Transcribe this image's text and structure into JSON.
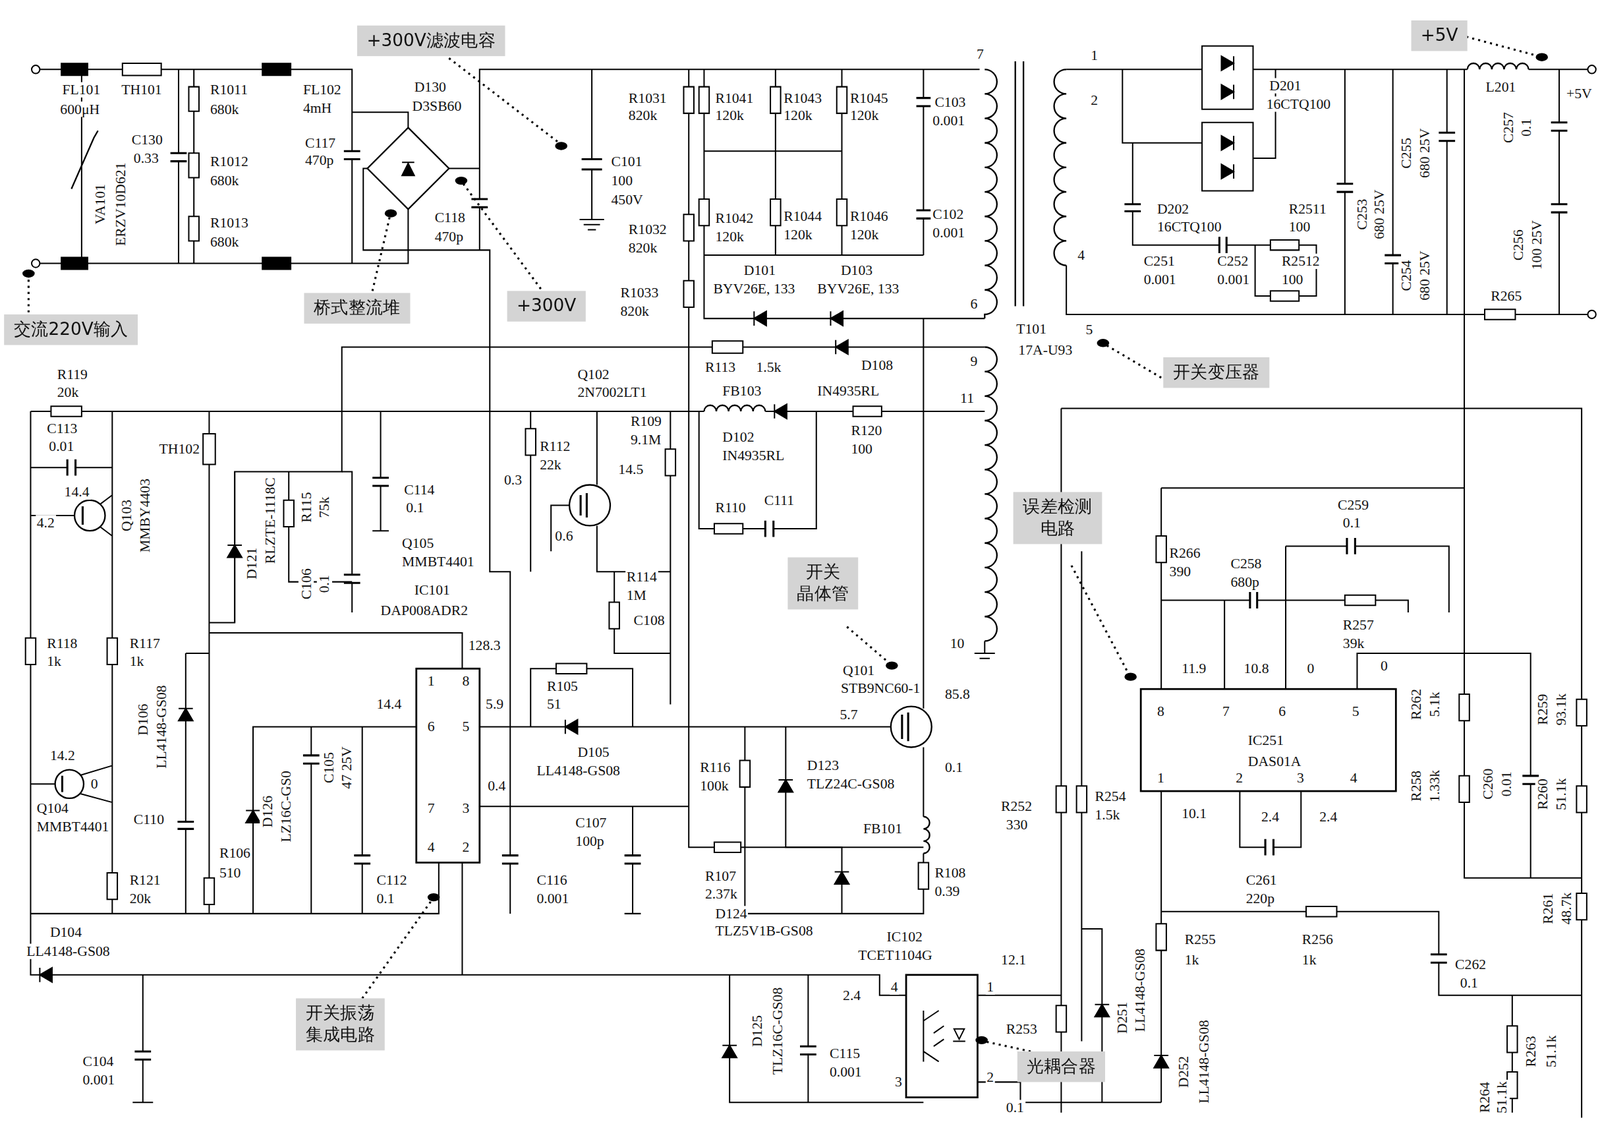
{
  "diagram": {
    "nodes": [
      {
        "text": [
          "+300V滤波电容"
        ]
      },
      {
        "text": [
          "交流220V输入"
        ]
      },
      {
        "text": [
          "桥式整流堆"
        ]
      },
      {
        "text": [
          "+300V"
        ]
      },
      {
        "text": [
          "+5V"
        ]
      },
      {
        "text": [
          "开关变压器"
        ]
      },
      {
        "text": [
          "误差检测 电路"
        ]
      },
      {
        "text": [
          "开关 晶体管"
        ]
      },
      {
        "text": [
          "开关振荡 集成电路"
        ]
      },
      {
        "text": [
          "光耦合器"
        ]
      }
    ],
    "labels": [
      "FL101",
      "600μH",
      "TH101",
      "R1011",
      "680k",
      "C130",
      "0.33",
      "R1012",
      "680k",
      "R1013",
      "680k",
      "VA101",
      "ERZV10D621",
      "FL102",
      "4mH",
      "C117",
      "470p",
      "D130",
      "D3SB60",
      "C118",
      "470p",
      "C101",
      "100",
      "450V",
      "R1031",
      "820k",
      "R1032",
      "820k",
      "R1033",
      "820k",
      "R1041",
      "120k",
      "R1043",
      "120k",
      "R1045",
      "120k",
      "C103",
      "0.001",
      "R1042",
      "120k",
      "R1044",
      "120k",
      "R1046",
      "120k",
      "C102",
      "0.001",
      "D101",
      "BYV26E, 133",
      "D103",
      "BYV26E, 133",
      "7",
      "6",
      "9",
      "T101",
      "17A-U93",
      "5",
      "R113",
      "1.5k",
      "D108",
      "IN4935RL",
      "11",
      "FB103",
      "R120",
      "100",
      "D102",
      "IN4935RL",
      "R110",
      "C111",
      "10",
      "Q102",
      "2N7002LT1",
      "R112",
      "22k",
      "0.3",
      "14.5",
      "0.6",
      "R109",
      "9.1M",
      "R114",
      "1M",
      "C108",
      "R119",
      "20k",
      "C113",
      "0.01",
      "14.4",
      "4.2",
      "Q103",
      "MMBY4403",
      "TH102",
      "D121",
      "RLZTE-1118C",
      "R115",
      "75k",
      "C106",
      "0.1",
      "C114",
      "0.1",
      "Q105",
      "MMBT4401",
      "IC101",
      "DAP008ADR2",
      "1",
      "8",
      "6",
      "5",
      "7",
      "3",
      "4",
      "2",
      "128.3",
      "14.4",
      "5.9",
      "0.4",
      "R118",
      "1k",
      "R117",
      "1k",
      "D106",
      "LL4148-GS08",
      "14.2",
      "0",
      "Q104",
      "MMBT4401",
      "C110",
      "R121",
      "20k",
      "R106",
      "510",
      "D126",
      "LZ16C-GS0",
      "C105",
      "47 25V",
      "C112",
      "0.1",
      "R105",
      "51",
      "D105",
      "LL4148-GS08",
      "5.7",
      "Q101",
      "STB9NC60-1",
      "85.8",
      "0.1",
      "R116",
      "100k",
      "D123",
      "TLZ24C-GS08",
      "FB101",
      "C107",
      "100p",
      "C116",
      "0.001",
      "R107",
      "2.37k",
      "D124",
      "TLZ5V1B-GS08",
      "R108",
      "0.39",
      "IC102",
      "TCET1104G",
      "D104",
      "LL4148-GS08",
      "C104",
      "0.001",
      "D125",
      "TLZ16C-GS08",
      "C115",
      "0.001",
      "2.4",
      "4",
      "3",
      "1",
      "2",
      "12.1",
      "R253",
      "0.1",
      "R252",
      "330",
      "R254",
      "1.5k",
      "D251",
      "LL4148-GS08",
      "D252",
      "LL4148-GS08",
      "R255",
      "1k",
      "R256",
      "1k",
      "C261",
      "220p",
      "C262",
      "0.1",
      "R263",
      "51.1k",
      "R264",
      "51.1k",
      "R261",
      "48.7k",
      "R260",
      "51.1k",
      "R259",
      "93.1k",
      "R262",
      "5.1k",
      "R258",
      "1.33k",
      "C260",
      "0.01",
      "IC251",
      "DAS01A",
      "8",
      "7",
      "6",
      "5",
      "1",
      "2",
      "3",
      "4",
      "11.9",
      "10.8",
      "0",
      "0",
      "10.1",
      "2.4",
      "2.4",
      "R266",
      "390",
      "C258",
      "680p",
      "C259",
      "0.1",
      "R257",
      "39k",
      "1",
      "2",
      "4",
      "D201",
      "16CTQ100",
      "D202",
      "16CTQ100",
      "R2511",
      "100",
      "C251",
      "0.001",
      "C252",
      "0.001",
      "R2512",
      "100",
      "C253",
      "680 25V",
      "C255",
      "680 25V",
      "C254",
      "680 25V",
      "L201",
      "C257",
      "0.1",
      "C256",
      "100 25V",
      "R265",
      "+5V"
    ]
  }
}
